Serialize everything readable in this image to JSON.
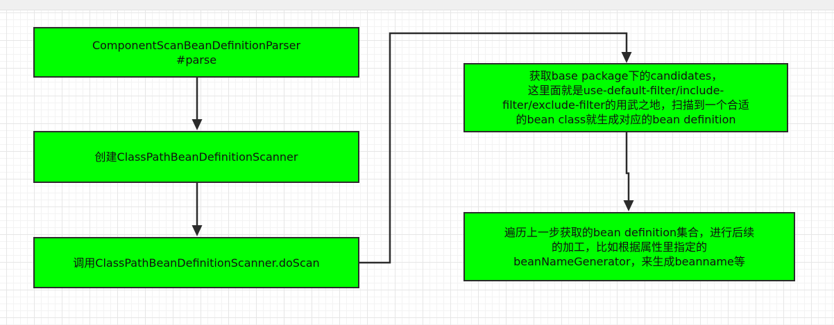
{
  "nodes": {
    "parse": {
      "label": "ComponentScanBeanDefinitionParser\n#parse"
    },
    "create_scanner": {
      "label": "创建ClassPathBeanDefinitionScanner"
    },
    "do_scan": {
      "label": "调用ClassPathBeanDefinitionScanner.doScan"
    },
    "candidates": {
      "label": "获取base package下的candidates，\n这里面就是use-default-filter/include-\nfilter/exclude-filter的用武之地，扫描到一个合适\n的bean class就生成对应的bean definition"
    },
    "post_process": {
      "label": "遍历上一步获取的bean definition集合，进行后续\n的加工，比如根据属性里指定的\nbeanNameGenerator，来生成beanname等"
    }
  },
  "colors": {
    "node_fill": "#00ff00",
    "node_border": "#2b2b2b",
    "connector": "#2b2b2b",
    "grid_major": "#e6e6e6",
    "grid_minor": "#f3f3f3"
  }
}
